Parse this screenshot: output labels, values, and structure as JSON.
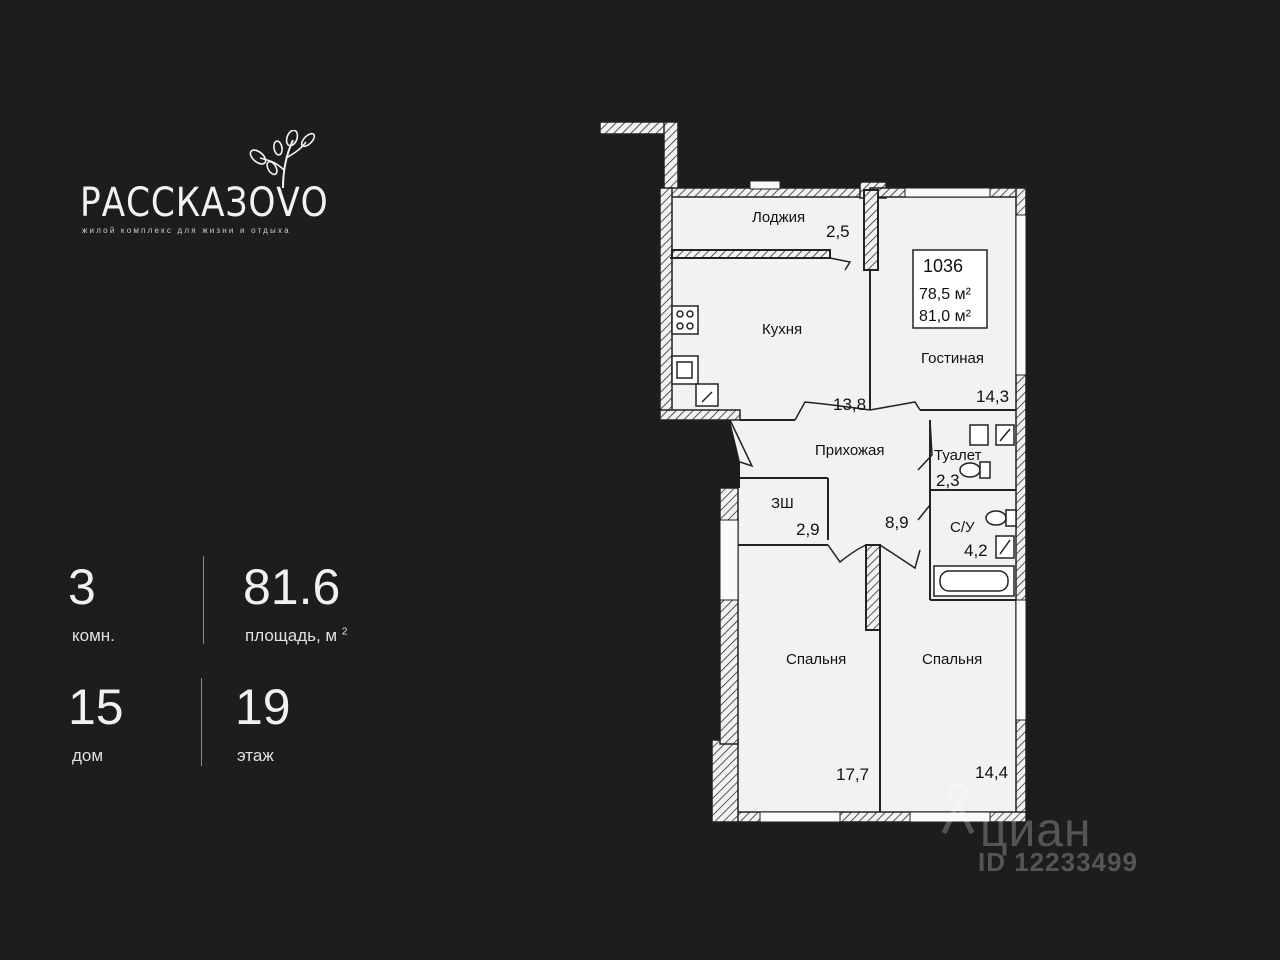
{
  "logo": {
    "name": "РАССКАЗОVО",
    "tagline": "жилой комплекс для жизни и отдыха"
  },
  "stats": {
    "rooms": {
      "value": "3",
      "label": "комн."
    },
    "area": {
      "value": "81.6",
      "label": "площадь, м",
      "unit_sup": "2"
    },
    "house": {
      "value": "15",
      "label": "дом"
    },
    "floor": {
      "value": "19",
      "label": "этаж"
    }
  },
  "plan": {
    "apartment": {
      "number": "1036",
      "area_1": "78,5 м²",
      "area_2": "81,0 м²"
    },
    "rooms": {
      "loggia": {
        "name": "Лоджия",
        "area": "2,5"
      },
      "kitchen": {
        "name": "Кухня",
        "area": "13,8"
      },
      "living": {
        "name": "Гостиная",
        "area": "14,3"
      },
      "hall": {
        "name": "Прихожая",
        "area": "8,9"
      },
      "toilet": {
        "name": "Туалет",
        "area": "2,3"
      },
      "closet": {
        "name": "ЗШ",
        "area": "2,9"
      },
      "bathroom": {
        "name": "С/У",
        "area": "4,2"
      },
      "bedroom_1": {
        "name": "Спальня",
        "area": "17,7"
      },
      "bedroom_2": {
        "name": "Спальня",
        "area": "14,4"
      }
    }
  },
  "watermark": {
    "name": "циан",
    "id": "ID 12233499"
  },
  "colors": {
    "background": "#1d1d1d",
    "plan_bg": "#f2f2f2",
    "wall": "#222222"
  }
}
